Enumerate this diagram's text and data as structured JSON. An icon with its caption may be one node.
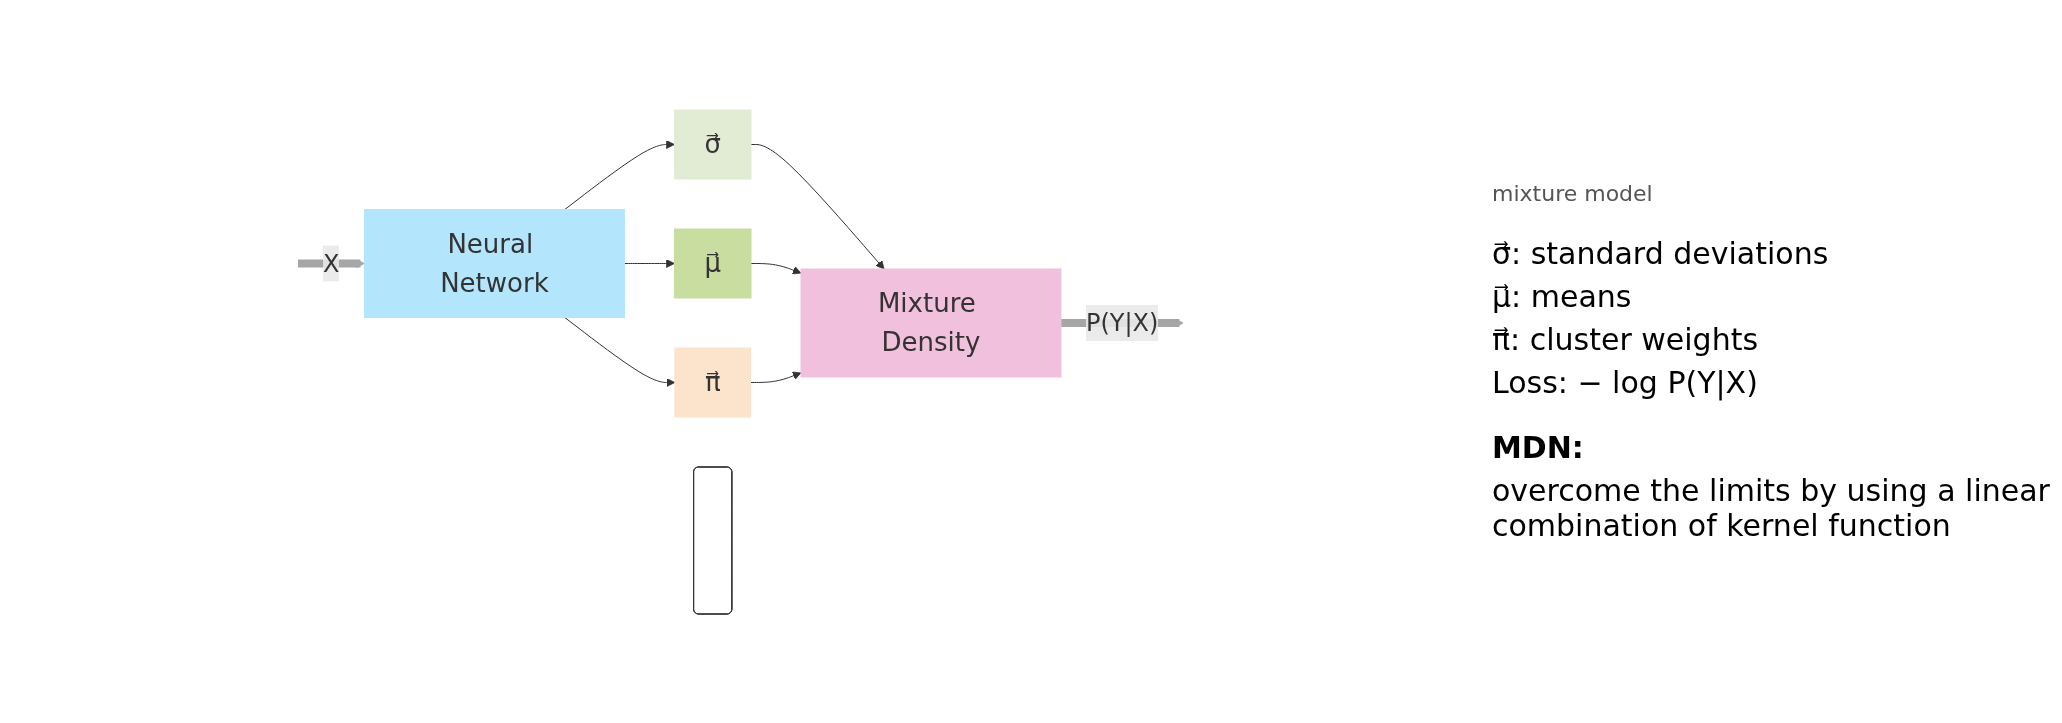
{
  "diagram": {
    "nodes": [
      {
        "text": [
          "Neural Network"
        ]
      },
      {
        "text": [
          "σ⃗"
        ]
      },
      {
        "text": [
          "μ⃗"
        ]
      },
      {
        "text": [
          "π⃗"
        ]
      },
      {
        "text": [],
        "shape": "box"
      },
      {
        "text": [
          "Mixture Density"
        ]
      }
    ],
    "edges": [
      {
        "from": null,
        "to": 0,
        "arrow": "to",
        "label": "X",
        "style": "thick",
        "color": "#a6a6a6"
      },
      {
        "from": 0,
        "to": 1,
        "arrow": "to"
      },
      {
        "from": 0,
        "to": 2,
        "arrow": "to"
      },
      {
        "from": 0,
        "to": 3,
        "arrow": "to"
      },
      {
        "from": 1,
        "to": 5,
        "arrow": "to"
      },
      {
        "from": 2,
        "to": 5,
        "arrow": "to"
      },
      {
        "from": 3,
        "to": 5,
        "arrow": "to"
      },
      {
        "from": 5,
        "to": null,
        "arrow": "to",
        "label": "P(Y|X)",
        "style": "thick",
        "color": "#a6a6a6"
      }
    ],
    "labels": [
      "mixture model",
      "σ⃗: standard deviations",
      "μ⃗: means",
      "π⃗: cluster weights",
      "Loss: − log P(Y|X)",
      "MDN:",
      "overcome the limits by using a linear combination of kernel function"
    ]
  }
}
